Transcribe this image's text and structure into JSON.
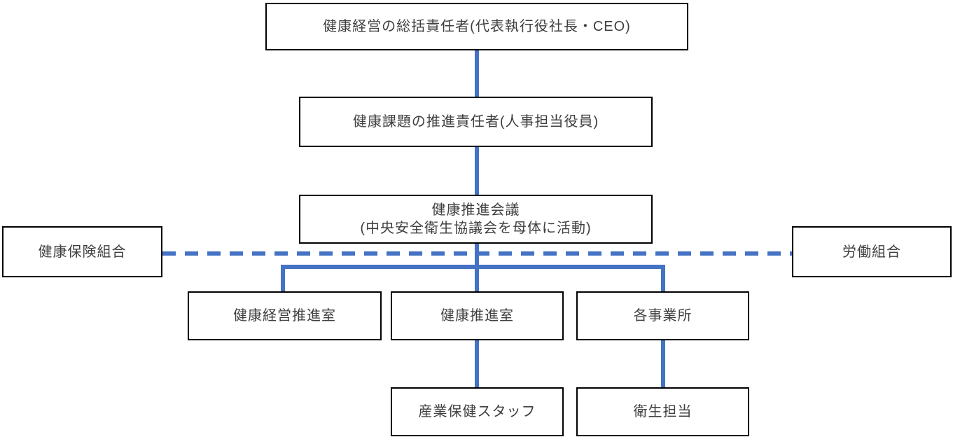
{
  "colors": {
    "accent": "#4472C4",
    "border": "#000000",
    "text": "#3F3F3F",
    "background": "#FFFFFF"
  },
  "nodes": {
    "ceo": {
      "label": "健康経営の総括責任者(代表執行役社長・CEO)"
    },
    "hr_executive": {
      "label": "健康課題の推進責任者(人事担当役員)"
    },
    "council": {
      "line1": "健康推進会議",
      "line2": "(中央安全衛生協議会を母体に活動)"
    },
    "health_insurance": {
      "label": "健康保険組合"
    },
    "labor_union": {
      "label": "労働組合"
    },
    "health_mgmt_office": {
      "label": "健康経営推進室"
    },
    "health_promotion_office": {
      "label": "健康推進室"
    },
    "business_sites": {
      "label": "各事業所"
    },
    "occupational_health_staff": {
      "label": "産業保健スタッフ"
    },
    "hygiene_staff": {
      "label": "衛生担当"
    }
  }
}
